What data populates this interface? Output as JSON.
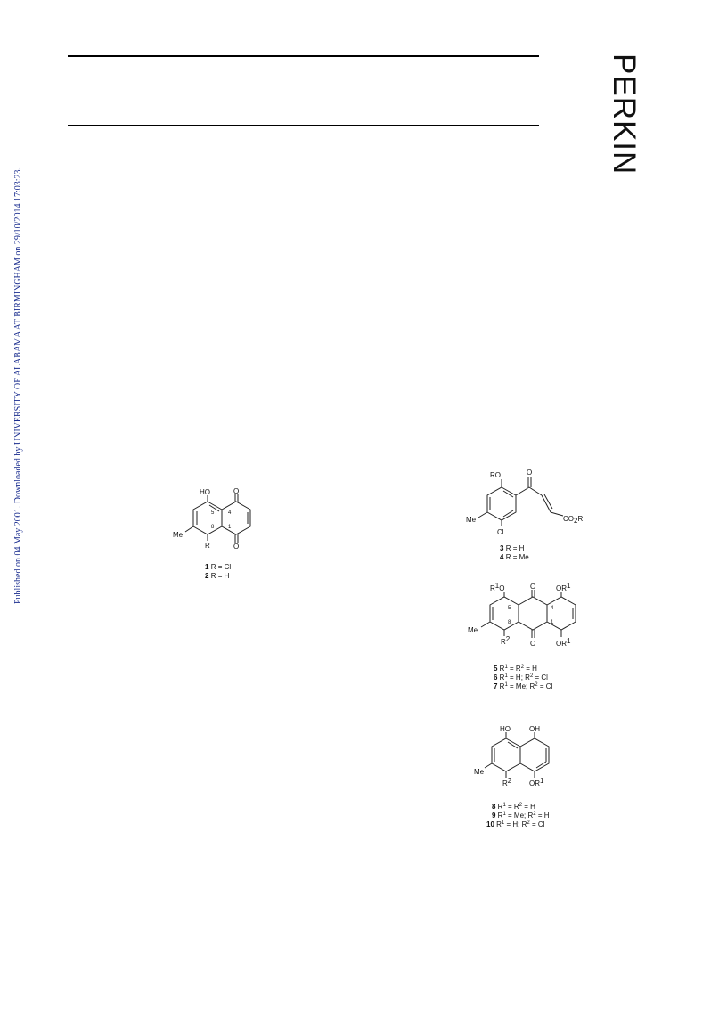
{
  "header": {
    "journal": "PERKIN",
    "side_note": "Published on 04 May 2001. Downloaded by UNIVERSITY OF ALABAMA AT BIRMINGHAM on 29/10/2014 17:03:23."
  },
  "structures": {
    "naphthoquinone": {
      "atoms": [
        "HO",
        "O",
        "Me",
        "R",
        "O"
      ],
      "positions": [
        "5",
        "4",
        "8",
        "1"
      ],
      "compounds": [
        {
          "num": "1",
          "desc": "R = Cl"
        },
        {
          "num": "2",
          "desc": "R = H"
        }
      ]
    },
    "enone_acid": {
      "atoms": [
        "RO",
        "O",
        "Me",
        "Cl",
        "CO",
        "2",
        "R"
      ],
      "compounds": [
        {
          "num": "3",
          "desc": "R = H"
        },
        {
          "num": "4",
          "desc": "R = Me"
        }
      ]
    },
    "anthraquinone": {
      "atoms": [
        "R",
        "1",
        "O",
        "O",
        "OR",
        "1",
        "Me",
        "R",
        "2",
        "O",
        "OR",
        "1"
      ],
      "positions": [
        "5",
        "4",
        "8",
        "1"
      ],
      "compounds": [
        {
          "num": "5",
          "r1": "H",
          "r2": "H"
        },
        {
          "num": "6",
          "r1": "H",
          "r2": "Cl"
        },
        {
          "num": "7",
          "r1": "Me",
          "r2": "Cl"
        }
      ]
    },
    "naphthol": {
      "atoms": [
        "HO",
        "OH",
        "Me",
        "R",
        "2",
        "OR",
        "1"
      ],
      "compounds": [
        {
          "num": "8",
          "r1": "H",
          "r2": "H"
        },
        {
          "num": "9",
          "r1": "Me",
          "r2": "H"
        },
        {
          "num": "10",
          "r1": "H",
          "r2": "Cl"
        }
      ]
    }
  }
}
